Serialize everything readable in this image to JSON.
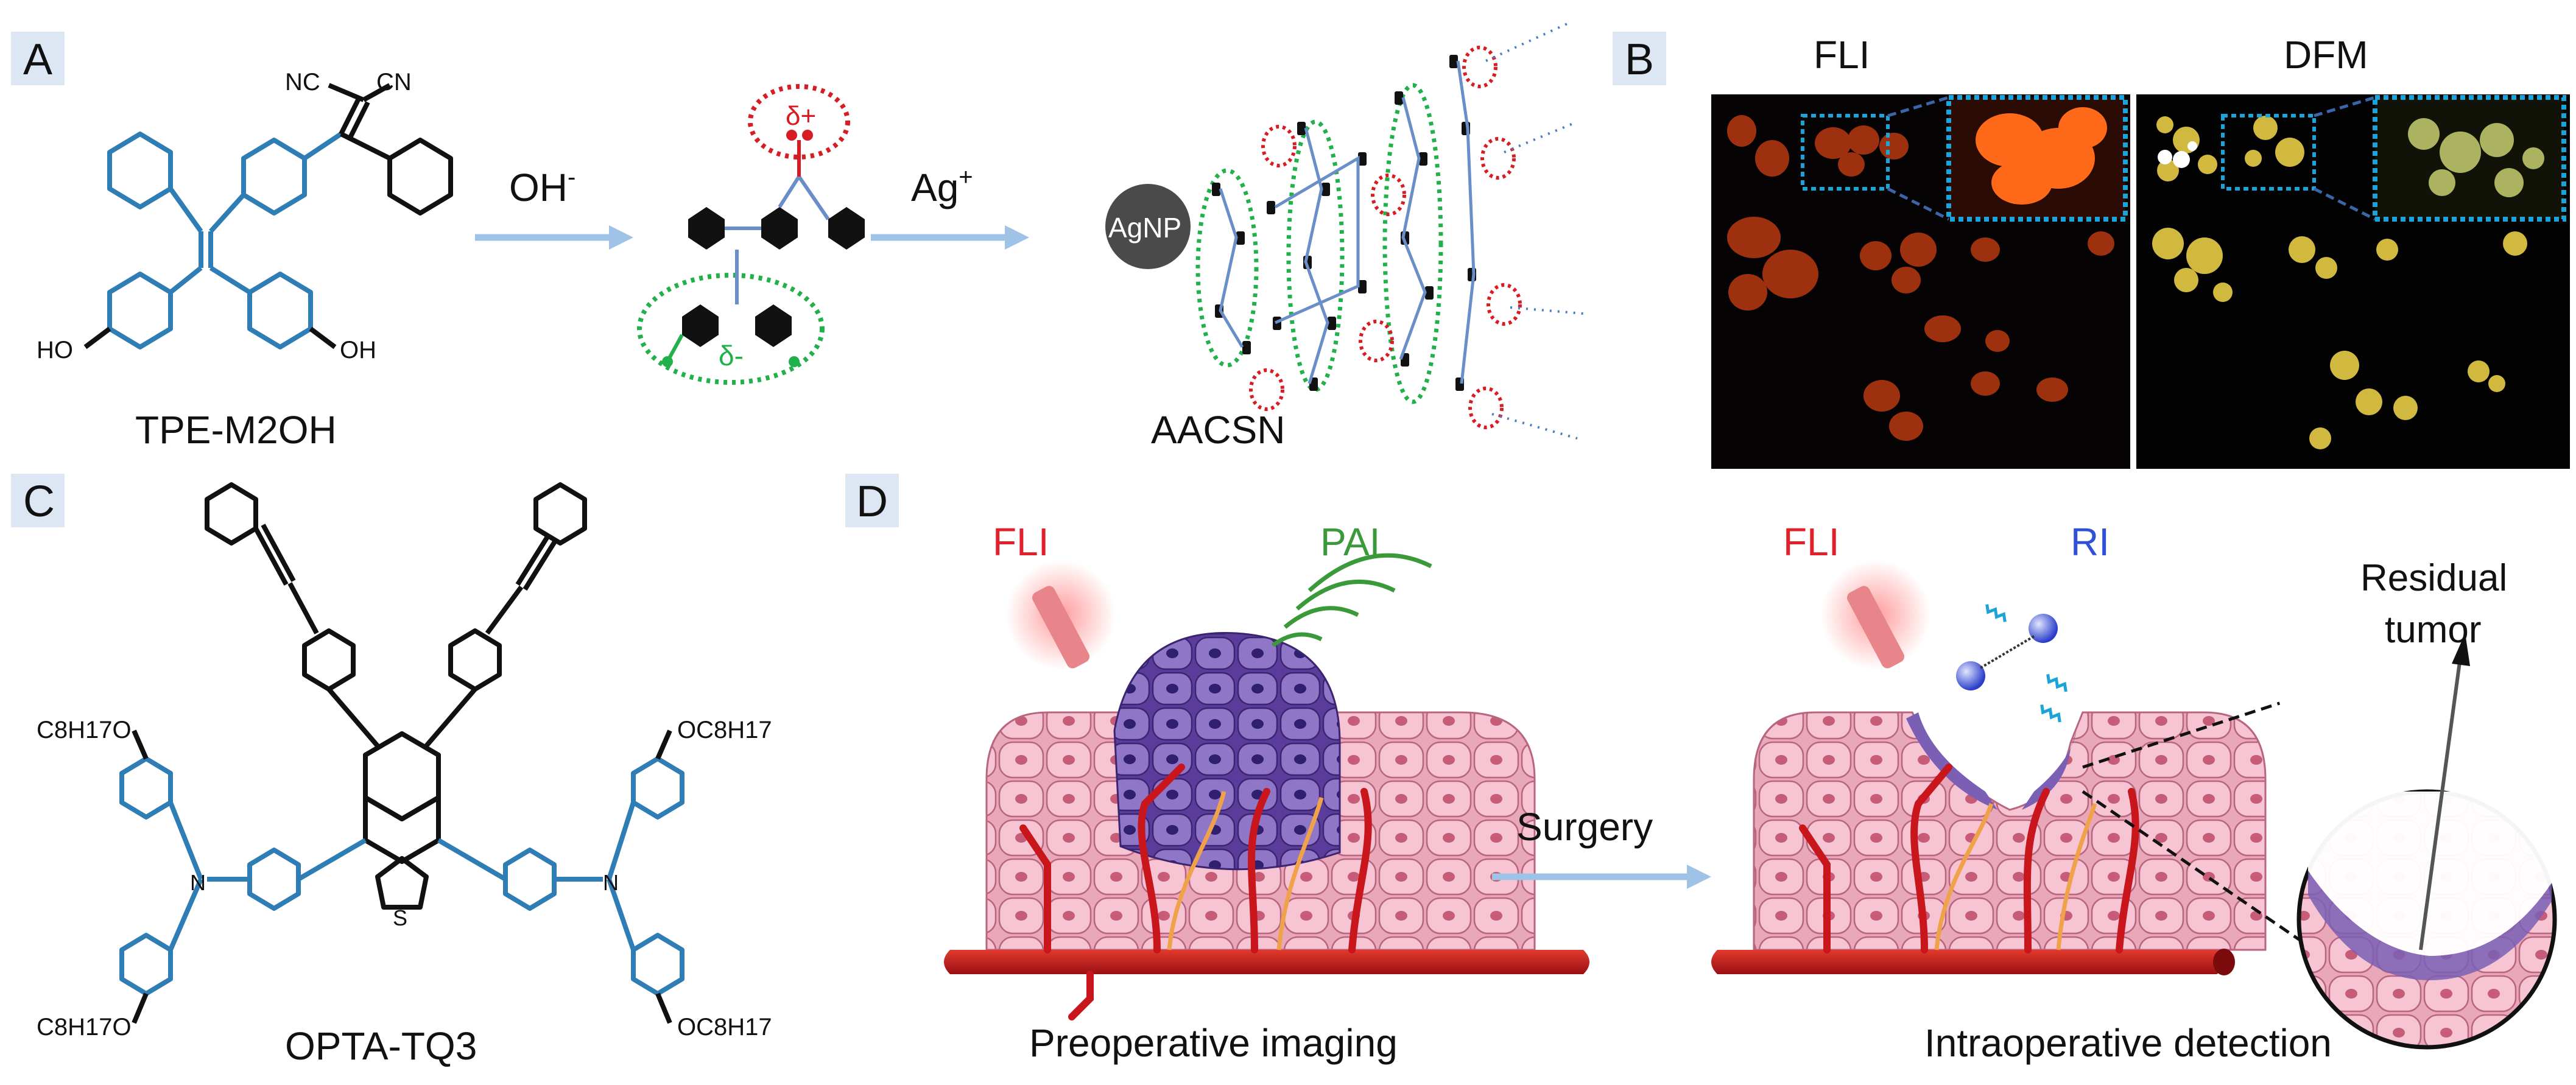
{
  "panels": {
    "A": {
      "letter": "A",
      "molecule": "TPE-M2OH",
      "reagent1": "OH",
      "reagent1_sup": "-",
      "reagent2": "Ag",
      "reagent2_sup": "+",
      "delta_plus": "δ+",
      "delta_minus": "δ-",
      "substituent_nc1": "NC",
      "substituent_cn": "CN",
      "substituent_ho": "HO",
      "substituent_oh": "OH",
      "particle": "AgNP",
      "assembly": "AACSN"
    },
    "B": {
      "letter": "B",
      "left_title": "FLI",
      "right_title": "DFM"
    },
    "C": {
      "letter": "C",
      "molecule": "OPTA-TQ3",
      "sub_tl": "C8H17O",
      "sub_tr": "OC8H17",
      "sub_bl": "C8H17O",
      "sub_br": "OC8H17",
      "atom_n": "N",
      "atom_s": "S"
    },
    "D": {
      "letter": "D",
      "left_mode1": "FLI",
      "left_mode2": "PAI",
      "right_mode1": "FLI",
      "right_mode2": "RI",
      "transition": "Surgery",
      "left_caption": "Preoperative imaging",
      "right_caption": "Intraoperative detection",
      "callout_line1": "Residual",
      "callout_line2": "tumor"
    }
  },
  "colors": {
    "bond_blue": "#2f7db5",
    "arrow_blue": "#9ec3e6",
    "fli_red": "#e0202a",
    "pai_green": "#3a9a3a",
    "ri_blue": "#3050d8",
    "tissue_pink": "#f2b8c8",
    "tumor_purple": "#6a4fa8",
    "vessel_red": "#c8161c",
    "fluor_orange": "#ff6a1a",
    "dfm_yellow": "#f4e36a",
    "dotted_blue": "#1ca4d8",
    "dotted_green": "#22b04a",
    "dotted_red": "#d81c24"
  }
}
